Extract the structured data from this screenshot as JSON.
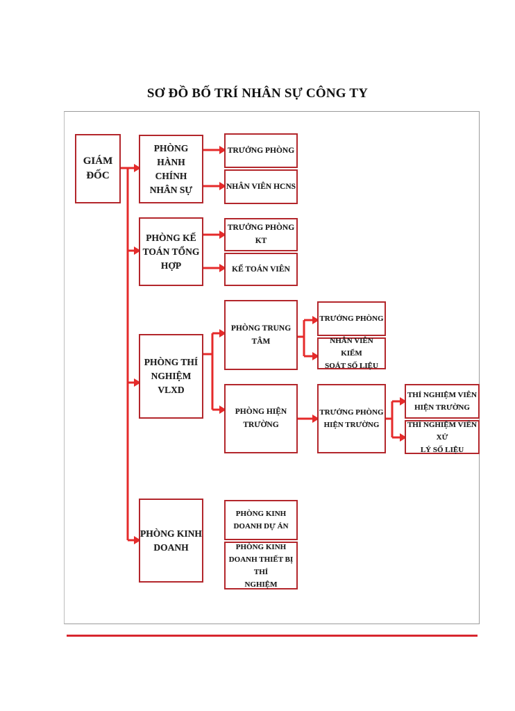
{
  "title": "SƠ ĐỒ BỐ TRÍ NHÂN SỰ CÔNG TY",
  "colors": {
    "box_border": "#b3262b",
    "connector": "#e52a2a",
    "rule": "#d7262e"
  },
  "nodes": {
    "director": [
      "GIÁM",
      "ĐỐC"
    ],
    "hr_dept": [
      "PHÒNG",
      "HÀNH CHÍNH",
      "NHÂN SỰ"
    ],
    "hr_head": "TRƯỞNG PHÒNG",
    "hr_staff": "NHÂN VIÊN HCNS",
    "acc_dept": [
      "PHÒNG KẾ",
      "TOÁN TỔNG",
      "HỢP"
    ],
    "acc_head": "TRƯỞNG PHÒNG KT",
    "acc_staff": "KẾ TOÁN VIÊN",
    "lab_dept": [
      "PHÒNG THÍ",
      "NGHIỆM VLXD"
    ],
    "center_dept": "PHÒNG TRUNG TÂM",
    "center_head": "TRƯỞNG PHÒNG",
    "center_staff": [
      "NHÂN VIÊN KIỂM",
      "SOÁT SỐ LIỆU"
    ],
    "field_dept": [
      "PHÒNG HIỆN",
      "TRƯỜNG"
    ],
    "field_head": [
      "TRƯỞNG PHÒNG",
      "HIỆN TRƯỜNG"
    ],
    "field_tech": [
      "THÍ NGHIỆM VIÊN",
      "HIỆN TRƯỜNG"
    ],
    "data_tech": [
      "THÍ NGHIỆM VIÊN XỬ",
      "LÝ SỐ LIỆU"
    ],
    "sales_dept": [
      "PHÒNG KINH",
      "DOANH"
    ],
    "sales_project": [
      "PHÒNG KINH",
      "DOANH DỰ ÁN"
    ],
    "sales_equipment": [
      "PHÒNG KINH",
      "DOANH THIẾT BỊ THÍ",
      "NGHIỆM"
    ]
  }
}
